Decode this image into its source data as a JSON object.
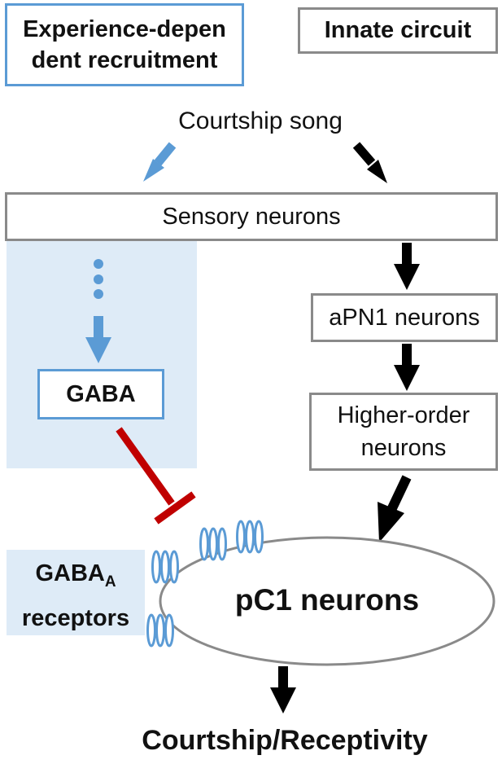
{
  "legend": {
    "experience_label": "Experience-depen dent recruitment",
    "innate_label": "Innate circuit"
  },
  "nodes": {
    "song": "Courtship song",
    "sensory": "Sensory neurons",
    "apn1": "aPN1 neurons",
    "higher_order": "Higher-order neurons",
    "gaba": "GABA",
    "receptors_main": "GABA",
    "receptors_sub": "A",
    "receptors_tail": "receptors",
    "pc1": "pC1 neurons",
    "output": "Courtship/Receptivity"
  },
  "colors": {
    "experience": "#5b9bd5",
    "innate": "#000000",
    "inhibition": "#c00000",
    "shade": "#deebf7",
    "box_border": "#8a8a8a"
  }
}
